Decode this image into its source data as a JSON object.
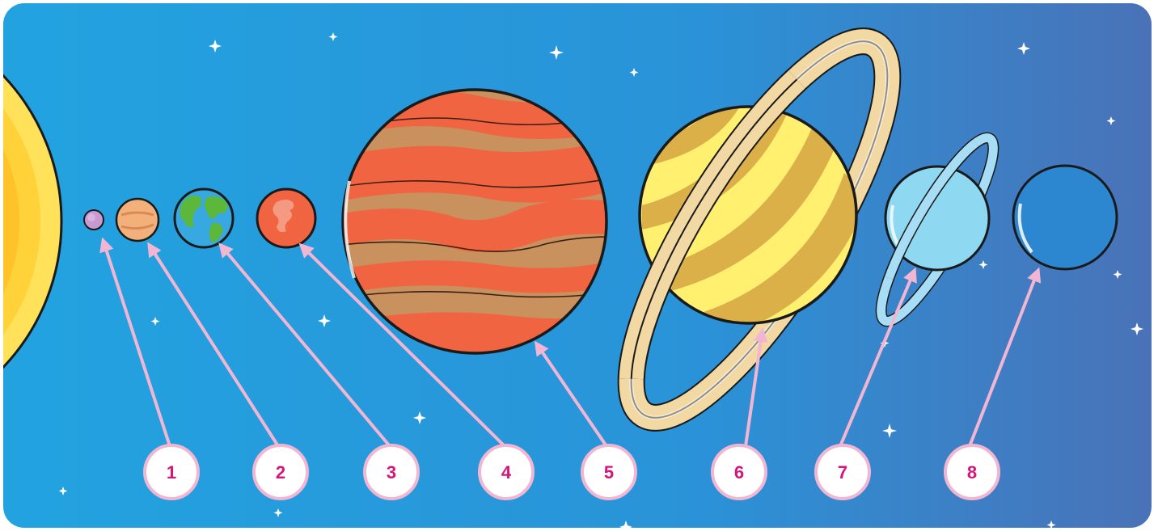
{
  "diagram": {
    "subject": "solar system",
    "labels": [
      {
        "number": "1",
        "planet_index": 1
      },
      {
        "number": "2",
        "planet_index": 2
      },
      {
        "number": "3",
        "planet_index": 3
      },
      {
        "number": "4",
        "planet_index": 4
      },
      {
        "number": "5",
        "planet_index": 5
      },
      {
        "number": "6",
        "planet_index": 6
      },
      {
        "number": "7",
        "planet_index": 7
      },
      {
        "number": "8",
        "planet_index": 8
      }
    ],
    "colors": {
      "sky_left": "#23a3e0",
      "sky_right": "#4a72b8",
      "label_ring": "#f2b6d2",
      "label_text": "#d6157a",
      "arrow": "#f2b6d2",
      "sun": "#ffe25a",
      "jupiter_red": "#f06441",
      "jupiter_tan": "#c8915e",
      "saturn_yellow": "#fff070",
      "saturn_band": "#dcb048",
      "ring": "#f2d9a4",
      "uranus": "#8ed8f2",
      "neptune": "#2d86d0"
    }
  }
}
